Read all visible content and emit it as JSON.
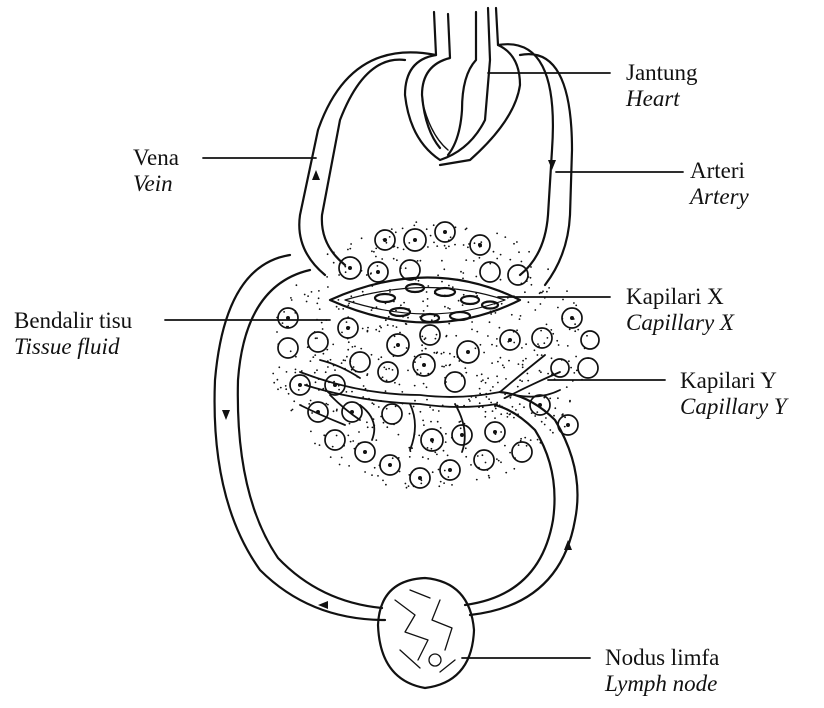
{
  "labels": {
    "heart": {
      "bm": "Jantung",
      "en": "Heart"
    },
    "vein": {
      "bm": "Vena",
      "en": "Vein"
    },
    "artery": {
      "bm": "Arteri",
      "en": "Artery"
    },
    "tissue_fluid": {
      "bm": "Bendalir tisu",
      "en": "Tissue fluid"
    },
    "capillary_x": {
      "bm": "Kapilari X",
      "en": "Capillary X"
    },
    "capillary_y": {
      "bm": "Kapilari Y",
      "en": "Capillary Y"
    },
    "lymph_node": {
      "bm": "Nodus limfa",
      "en": "Lymph node"
    }
  },
  "colors": {
    "ink": "#111111",
    "paper": "#ffffff"
  }
}
